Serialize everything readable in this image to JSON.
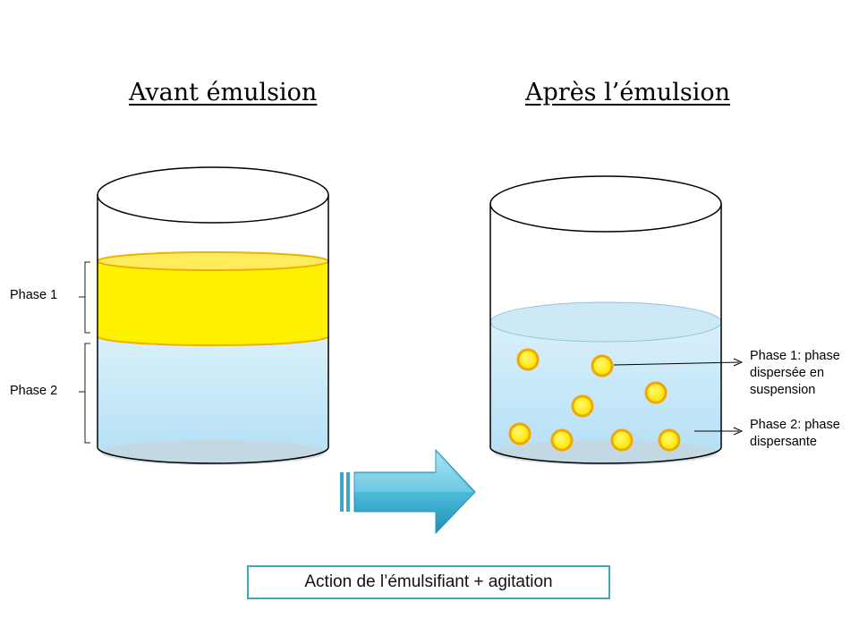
{
  "titles": {
    "before": "Avant émulsion",
    "after": "Après l’émulsion"
  },
  "labels": {
    "phase1_before": "Phase 1",
    "phase2_before": "Phase 2",
    "annotation_phase1": [
      "Phase 1: phase",
      "dispersée en",
      "suspension"
    ],
    "annotation_phase2": [
      "Phase 2: phase",
      "dispersante"
    ]
  },
  "caption": "Action de l’émulsifiant + agitation",
  "colors": {
    "oil_fill": "#fff200",
    "oil_stroke": "#f0b400",
    "water_top": "#d6eef8",
    "water_bottom": "#b8e2f6",
    "droplet_fill": "#fff000",
    "droplet_stroke": "#f0a800",
    "arrow_light": "#7fd3e8",
    "arrow_dark": "#2a9cc0",
    "caption_border": "#3fa7be"
  },
  "icons": [
    "right-arrow-icon"
  ]
}
